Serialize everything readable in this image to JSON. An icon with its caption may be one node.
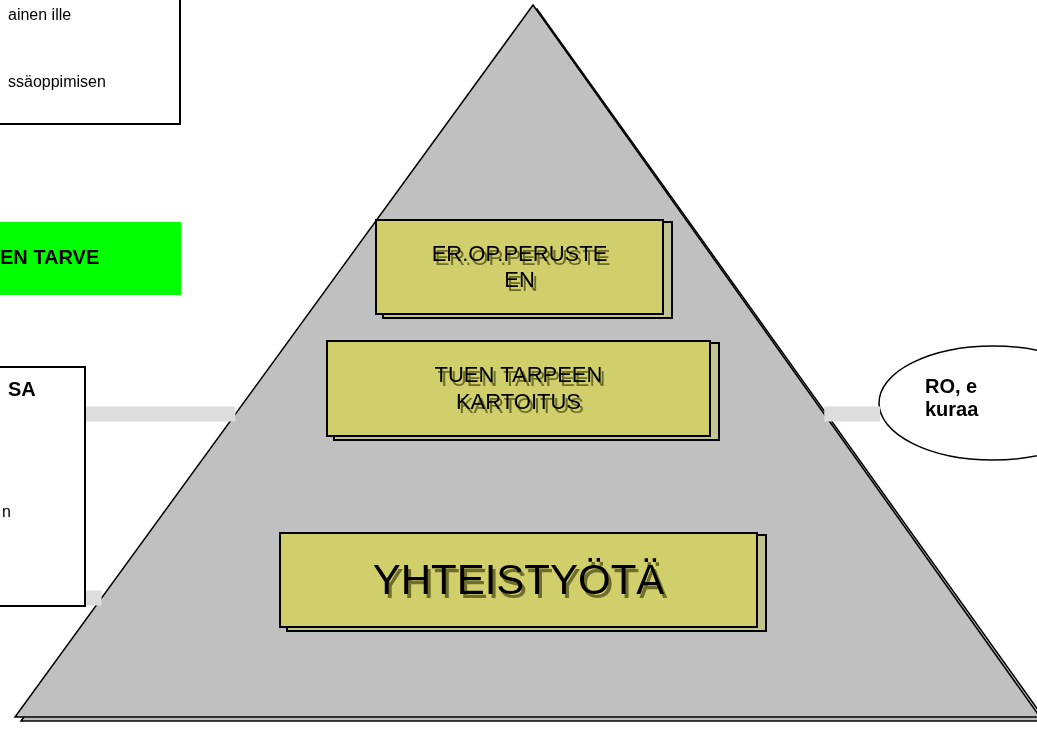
{
  "diagram": {
    "nodes": [
      {
        "text": [
          "ainen ille",
          "ssäoppimisen"
        ]
      },
      {
        "text": [
          "EN TARVE"
        ]
      },
      {
        "text": [
          "SA",
          "n"
        ]
      },
      {
        "text": [],
        "shape": "triangle"
      },
      {
        "text": [
          "ER.OP.PERUSTE EN"
        ],
        "in": 3
      },
      {
        "text": [
          "TUEN TARPEEN KARTOITUS"
        ],
        "in": 3
      },
      {
        "text": [
          "YHTEISTYÖTÄ"
        ],
        "in": 3
      },
      {
        "text": [
          "RO, e kuraa"
        ]
      }
    ],
    "edges": [
      {
        "from": 2,
        "to": 3,
        "arrow": "none"
      },
      {
        "from": 2,
        "to": 3,
        "arrow": "none"
      },
      {
        "from": 3,
        "to": 7,
        "arrow": "none"
      }
    ]
  }
}
